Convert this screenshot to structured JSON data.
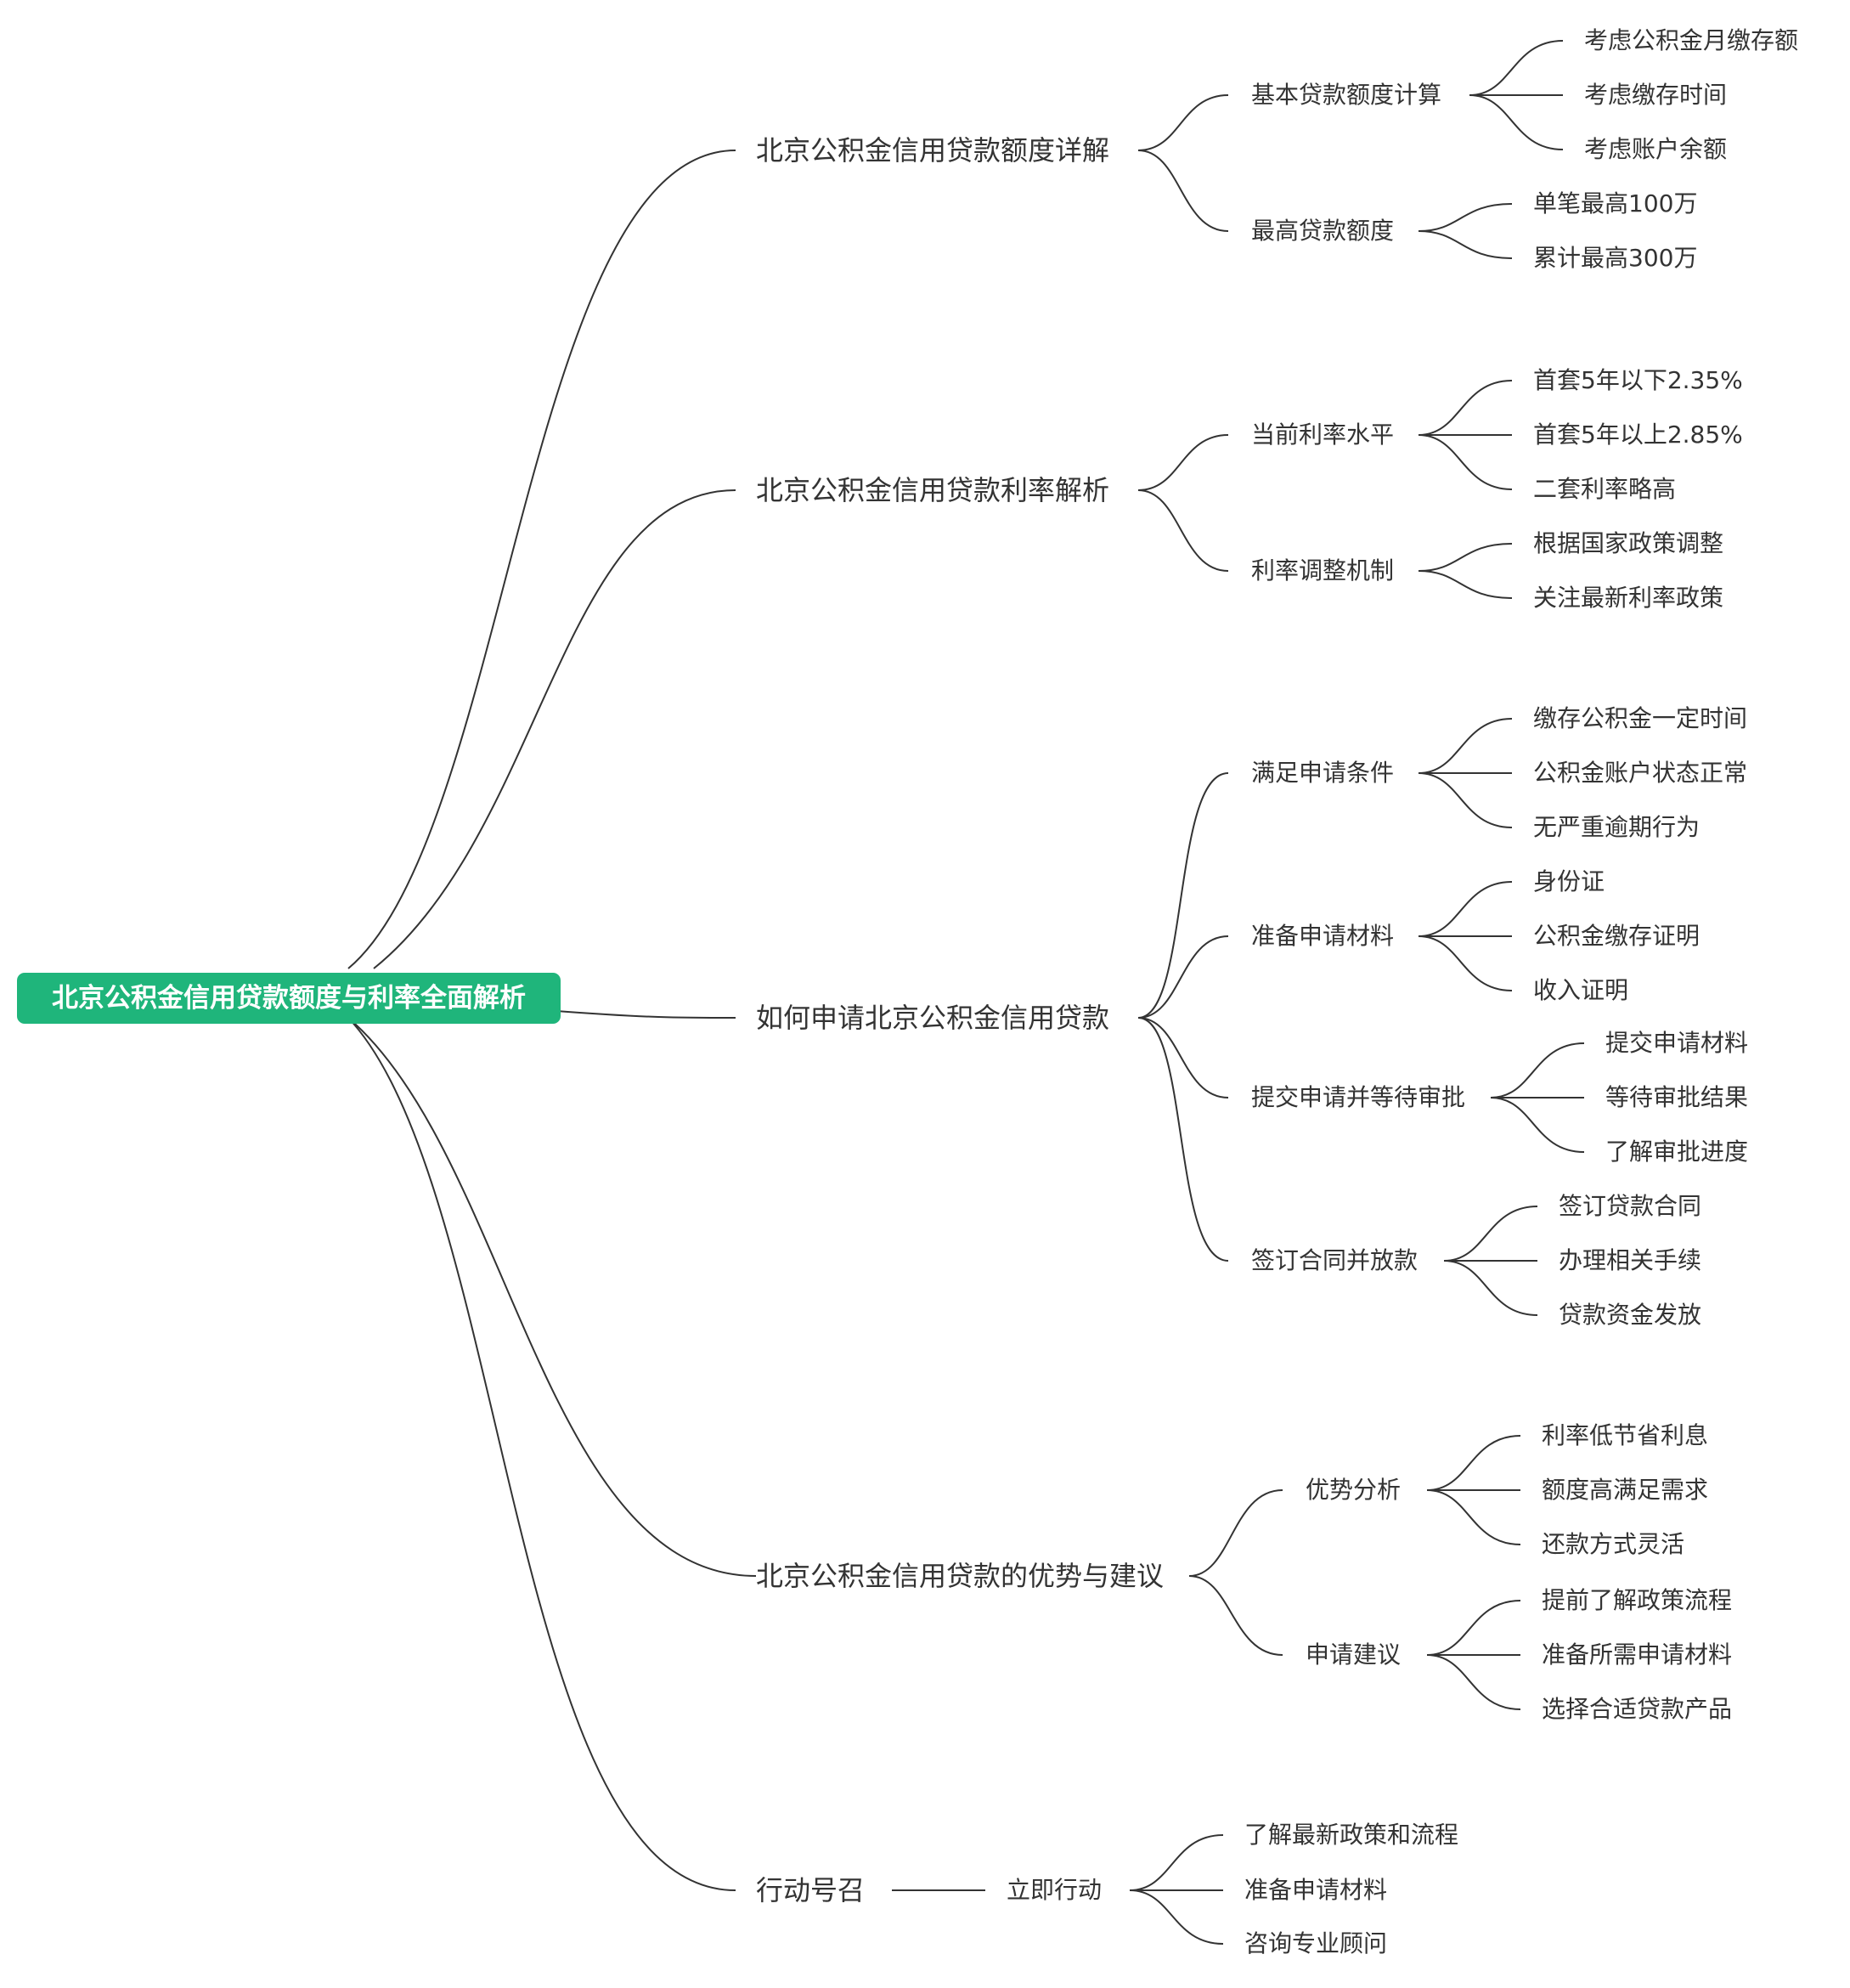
{
  "root": "北京公积金信用贷款额度与利率全面解析",
  "branches": [
    {
      "label": "北京公积金信用贷款额度详解",
      "children": [
        {
          "label": "基本贷款额度计算",
          "children": [
            "考虑公积金月缴存额",
            "考虑缴存时间",
            "考虑账户余额"
          ]
        },
        {
          "label": "最高贷款额度",
          "children": [
            "单笔最高100万",
            "累计最高300万"
          ]
        }
      ]
    },
    {
      "label": "北京公积金信用贷款利率解析",
      "children": [
        {
          "label": "当前利率水平",
          "children": [
            "首套5年以下2.35%",
            "首套5年以上2.85%",
            "二套利率略高"
          ]
        },
        {
          "label": "利率调整机制",
          "children": [
            "根据国家政策调整",
            "关注最新利率政策"
          ]
        }
      ]
    },
    {
      "label": "如何申请北京公积金信用贷款",
      "children": [
        {
          "label": "满足申请条件",
          "children": [
            "缴存公积金一定时间",
            "公积金账户状态正常",
            "无严重逾期行为"
          ]
        },
        {
          "label": "准备申请材料",
          "children": [
            "身份证",
            "公积金缴存证明",
            "收入证明"
          ]
        },
        {
          "label": "提交申请并等待审批",
          "children": [
            "提交申请材料",
            "等待审批结果",
            "了解审批进度"
          ]
        },
        {
          "label": "签订合同并放款",
          "children": [
            "签订贷款合同",
            "办理相关手续",
            "贷款资金发放"
          ]
        }
      ]
    },
    {
      "label": "北京公积金信用贷款的优势与建议",
      "children": [
        {
          "label": "优势分析",
          "children": [
            "利率低节省利息",
            "额度高满足需求",
            "还款方式灵活"
          ]
        },
        {
          "label": "申请建议",
          "children": [
            "提前了解政策流程",
            "准备所需申请材料",
            "选择合适贷款产品"
          ]
        }
      ]
    },
    {
      "label": "行动号召",
      "children": [
        {
          "label": "立即行动",
          "children": [
            "了解最新政策和流程",
            "准备申请材料",
            "咨询专业顾问"
          ]
        }
      ]
    }
  ]
}
